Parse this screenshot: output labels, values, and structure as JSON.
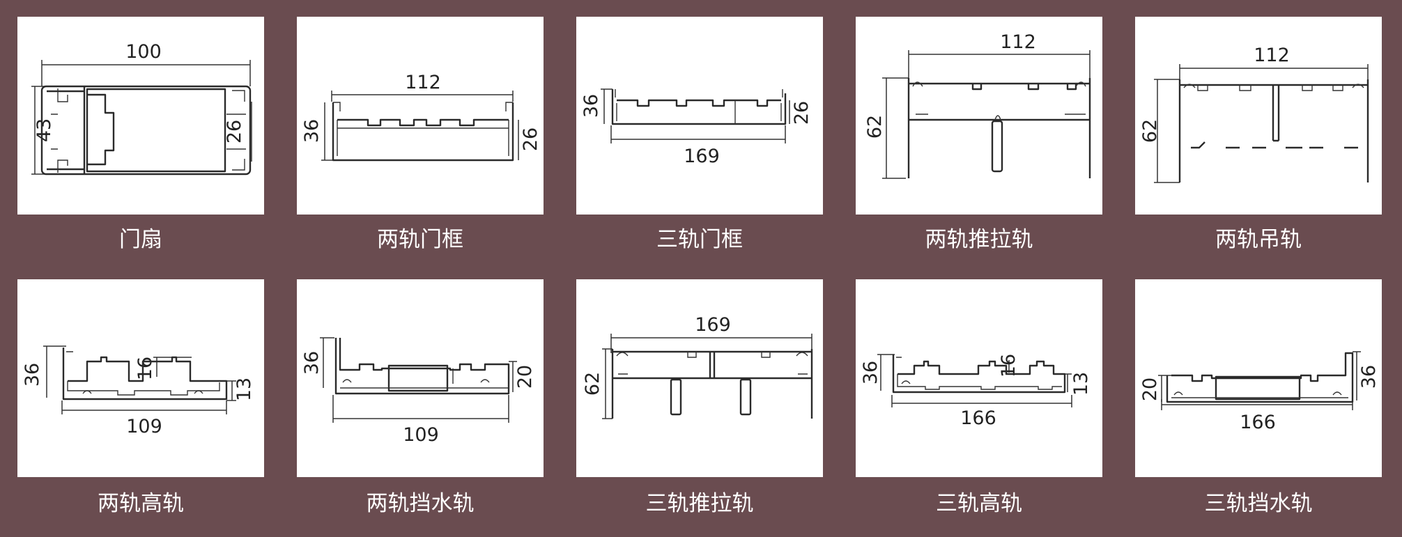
{
  "profiles": [
    {
      "name": "门扇",
      "dims": [
        "100",
        "43",
        "26"
      ]
    },
    {
      "name": "两轨门框",
      "dims": [
        "112",
        "36",
        "26"
      ]
    },
    {
      "name": "三轨门框",
      "dims": [
        "36",
        "169",
        "26"
      ]
    },
    {
      "name": "两轨推拉轨",
      "dims": [
        "112",
        "62"
      ]
    },
    {
      "name": "两轨吊轨",
      "dims": [
        "112",
        "62"
      ]
    },
    {
      "name": "两轨高轨",
      "dims": [
        "36",
        "16",
        "13",
        "109"
      ]
    },
    {
      "name": "两轨挡水轨",
      "dims": [
        "36",
        "20",
        "109"
      ]
    },
    {
      "name": "三轨推拉轨",
      "dims": [
        "169",
        "62"
      ]
    },
    {
      "name": "三轨高轨",
      "dims": [
        "36",
        "16",
        "13",
        "166"
      ]
    },
    {
      "name": "三轨挡水轨",
      "dims": [
        "20",
        "36",
        "166"
      ]
    }
  ],
  "colors": {
    "background": "#6a4c50",
    "card": "#ffffff",
    "caption": "#ffffff",
    "line": "#2a2a2a"
  }
}
